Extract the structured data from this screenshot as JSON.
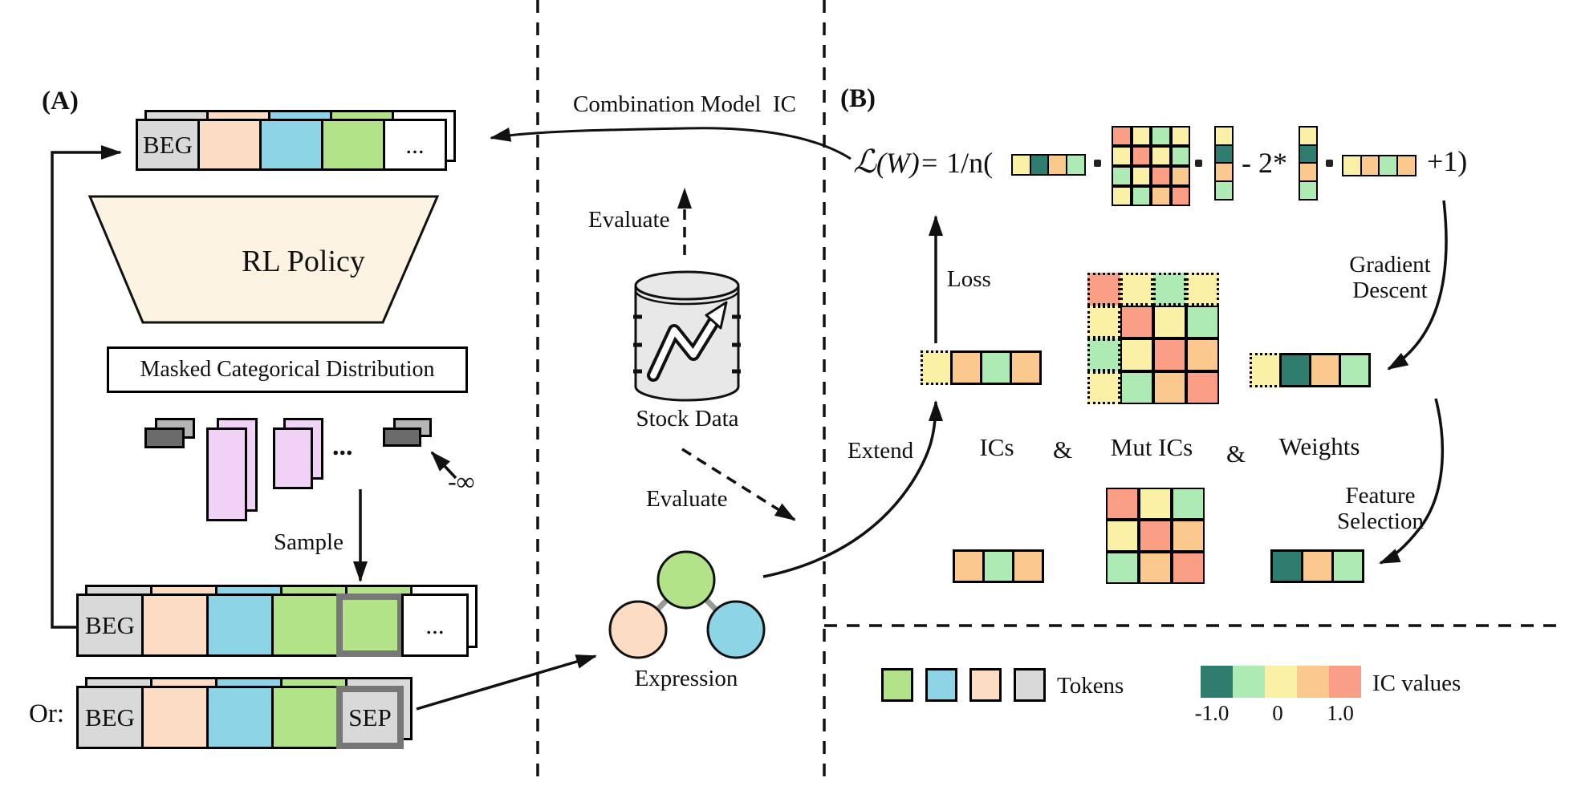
{
  "colors": {
    "gray": "#d9d9d9",
    "peach": "#fcdcc2",
    "blue": "#8cd4e6",
    "green": "#b2e388",
    "white": "#ffffff",
    "teal": "#2e7d6e",
    "icgreen": "#aeeab4",
    "yellow": "#faf0a6",
    "orange": "#fbc98e",
    "salmon": "#fa9f85",
    "purple": "#efd2f6",
    "darkbar": "#6b6b6b",
    "lightbar": "#b6b6b6",
    "cream": "#fdf3e2",
    "cylinder": "#e8e8e8",
    "highlight_border": "#777777"
  },
  "panel_a": {
    "label": "(A)",
    "rl_policy_label": "RL Policy",
    "masked_box_label": "Masked Categorical Distribution",
    "sample_label": "Sample",
    "neg_inf_label": "-∞",
    "bars_ellipsis": "...",
    "or_label": "Or:",
    "top_row": [
      {
        "c": "gray",
        "t": "BEG"
      },
      {
        "c": "peach"
      },
      {
        "c": "blue"
      },
      {
        "c": "green"
      },
      {
        "c": "white",
        "t": "..."
      }
    ],
    "top_row_back": [
      "gray",
      "peach",
      "blue",
      "green",
      "white"
    ],
    "sampled_row": [
      {
        "c": "gray",
        "t": "BEG"
      },
      {
        "c": "peach"
      },
      {
        "c": "blue"
      },
      {
        "c": "green"
      },
      {
        "c": "green",
        "h": 1
      },
      {
        "c": "white",
        "t": "..."
      }
    ],
    "sampled_row_back": [
      "gray",
      "peach",
      "blue",
      "green",
      "green",
      "white"
    ],
    "sep_row": [
      {
        "c": "gray",
        "t": "BEG"
      },
      {
        "c": "peach"
      },
      {
        "c": "blue"
      },
      {
        "c": "green"
      },
      {
        "c": "gray",
        "t": "SEP",
        "h": 1
      }
    ],
    "sep_row_back": [
      "gray",
      "peach",
      "blue",
      "green",
      "gray"
    ]
  },
  "middle": {
    "combination_ic_label": "Combination Model  IC",
    "evaluate_top_label": "Evaluate",
    "stock_data_label": "Stock Data",
    "evaluate_bottom_label": "Evaluate",
    "expression_label": "Expression"
  },
  "panel_b": {
    "label": "(B)",
    "formula": {
      "script_l": "ℒ",
      "w_part": "(W)= ",
      "n_part": "1/n(",
      "minus_part": "- 2*",
      "plus_part": "+1)"
    },
    "vec_ic_row": [
      "yellow",
      "teal",
      "orange",
      "icgreen"
    ],
    "matrix_mutic": [
      [
        "salmon",
        "yellow",
        "icgreen",
        "yellow"
      ],
      [
        "yellow",
        "salmon",
        "yellow",
        "icgreen"
      ],
      [
        "icgreen",
        "yellow",
        "salmon",
        "orange"
      ],
      [
        "yellow",
        "icgreen",
        "orange",
        "salmon"
      ]
    ],
    "colvec_ic_1": [
      "yellow",
      "teal",
      "orange",
      "icgreen"
    ],
    "colvec_ic_2": [
      "yellow",
      "teal",
      "orange",
      "icgreen"
    ],
    "vec_weight_row": [
      "yellow",
      "orange",
      "icgreen",
      "orange"
    ],
    "loss_label": "Loss",
    "extend_label": "Extend",
    "gradient_descent": [
      "Gradient",
      "Descent"
    ],
    "feature_selection": [
      "Feature",
      "Selection"
    ],
    "ics_label": "ICs",
    "amp_1": "&",
    "mut_ics_label": "Mut ICs",
    "amp_2": "&",
    "weights_label": "Weights",
    "extended_ics": [
      {
        "c": "yellow",
        "d": 1
      },
      {
        "c": "orange"
      },
      {
        "c": "icgreen"
      },
      {
        "c": "orange"
      }
    ],
    "mut_ics_matrix": [
      [
        {
          "c": "salmon",
          "d": 1
        },
        {
          "c": "yellow",
          "d": 1
        },
        {
          "c": "icgreen",
          "d": 1
        },
        {
          "c": "yellow",
          "d": 1
        }
      ],
      [
        {
          "c": "yellow",
          "d": 1
        },
        {
          "c": "salmon"
        },
        {
          "c": "yellow"
        },
        {
          "c": "icgreen"
        }
      ],
      [
        {
          "c": "icgreen",
          "d": 1
        },
        {
          "c": "yellow"
        },
        {
          "c": "salmon"
        },
        {
          "c": "orange"
        }
      ],
      [
        {
          "c": "yellow",
          "d": 1
        },
        {
          "c": "icgreen"
        },
        {
          "c": "orange"
        },
        {
          "c": "salmon"
        }
      ]
    ],
    "extended_weights": [
      {
        "c": "yellow",
        "d": 1
      },
      {
        "c": "teal"
      },
      {
        "c": "orange"
      },
      {
        "c": "icgreen"
      }
    ],
    "bottom_ics": [
      "orange",
      "icgreen",
      "orange"
    ],
    "bottom_matrix": [
      [
        "salmon",
        "yellow",
        "icgreen"
      ],
      [
        "yellow",
        "salmon",
        "orange"
      ],
      [
        "icgreen",
        "orange",
        "salmon"
      ]
    ],
    "bottom_weights": [
      "teal",
      "orange",
      "icgreen"
    ]
  },
  "legend": {
    "token_swatches": [
      "green",
      "blue",
      "peach",
      "gray"
    ],
    "tokens_label": "Tokens",
    "ic_scale": [
      "teal",
      "icgreen",
      "yellow",
      "orange",
      "salmon"
    ],
    "ticks": [
      "-1.0",
      "0",
      "1.0"
    ],
    "ic_values_label": "IC values"
  }
}
